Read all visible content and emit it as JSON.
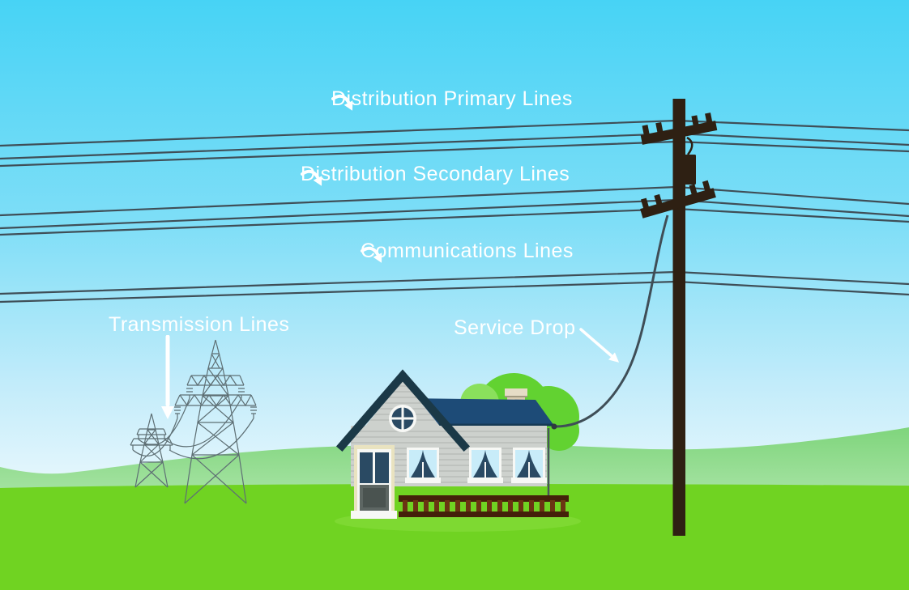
{
  "labels": {
    "primary": "Distribution Primary Lines",
    "secondary": "Distribution Secondary Lines",
    "communications": "Communications Lines",
    "transmission": "Transmission Lines",
    "service_drop": "Service Drop"
  },
  "icons": {
    "primary_arrow": "curved-down-right-arrow-icon",
    "secondary_arrow": "curved-down-right-arrow-icon",
    "communications_arrow": "curved-down-right-arrow-icon",
    "transmission_arrow": "straight-down-arrow-icon",
    "service_drop_arrow": "straight-down-right-arrow-icon"
  },
  "colors": {
    "sky_top": "#47d3f5",
    "sky_mid": "#7edef7",
    "sky_low": "#c3ecfa",
    "sky_horizon": "#eaf8fd",
    "hill_top": "#7fd57c",
    "hill_bottom": "#a9e4a6",
    "grass": "#70d322",
    "mound": "#7ed932",
    "tree": "#62d231",
    "tree_light": "#8ae05c",
    "pole": "#2e2013",
    "wire": "#3f4e57",
    "tower": "#5e6f74",
    "roof": "#1d4b77",
    "gable_trim": "#1b3947",
    "siding": "#cdd1cd",
    "siding_stripe": "#b9beba",
    "cream": "#e9e3c0",
    "white_trim": "#f7f8f5",
    "glass": "#c8ecf9",
    "curtain": "#2a4a63",
    "door_gray": "#5d6663",
    "door_gray_dark": "#4a5350",
    "fence": "#6b3413",
    "fence_dark": "#44200a",
    "chimney": "#d9cbb0",
    "chimney_cap": "#e6dcc6",
    "label_white": "#ffffff"
  }
}
